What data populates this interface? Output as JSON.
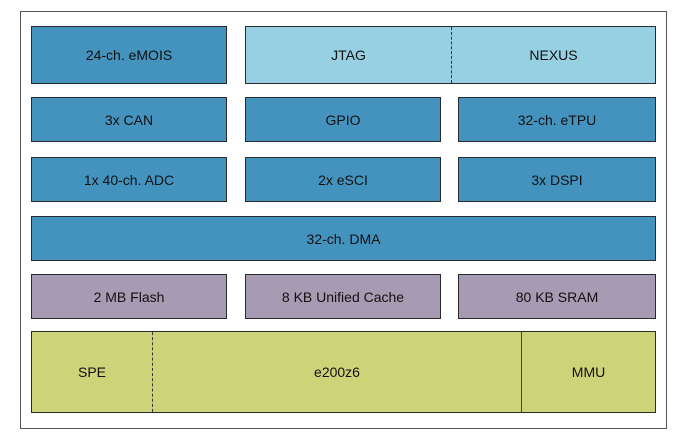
{
  "diagram": {
    "colors": {
      "peripheral": "#4493be",
      "debug": "#98d0e3",
      "memory": "#a79ab3",
      "core": "#cdd379"
    },
    "row1": {
      "emios": "24-ch. eMOIS",
      "jtag": "JTAG",
      "nexus": "NEXUS"
    },
    "row2": {
      "can": "3x CAN",
      "gpio": "GPIO",
      "etpu": "32-ch. eTPU"
    },
    "row3": {
      "adc": "1x 40-ch. ADC",
      "esci": "2x eSCI",
      "dspi": "3x DSPI"
    },
    "row4": {
      "dma": "32-ch. DMA"
    },
    "row5": {
      "flash": "2 MB Flash",
      "cache": "8 KB Unified Cache",
      "sram": "80 KB SRAM"
    },
    "row6": {
      "spe": "SPE",
      "core": "e200z6",
      "mmu": "MMU"
    }
  }
}
